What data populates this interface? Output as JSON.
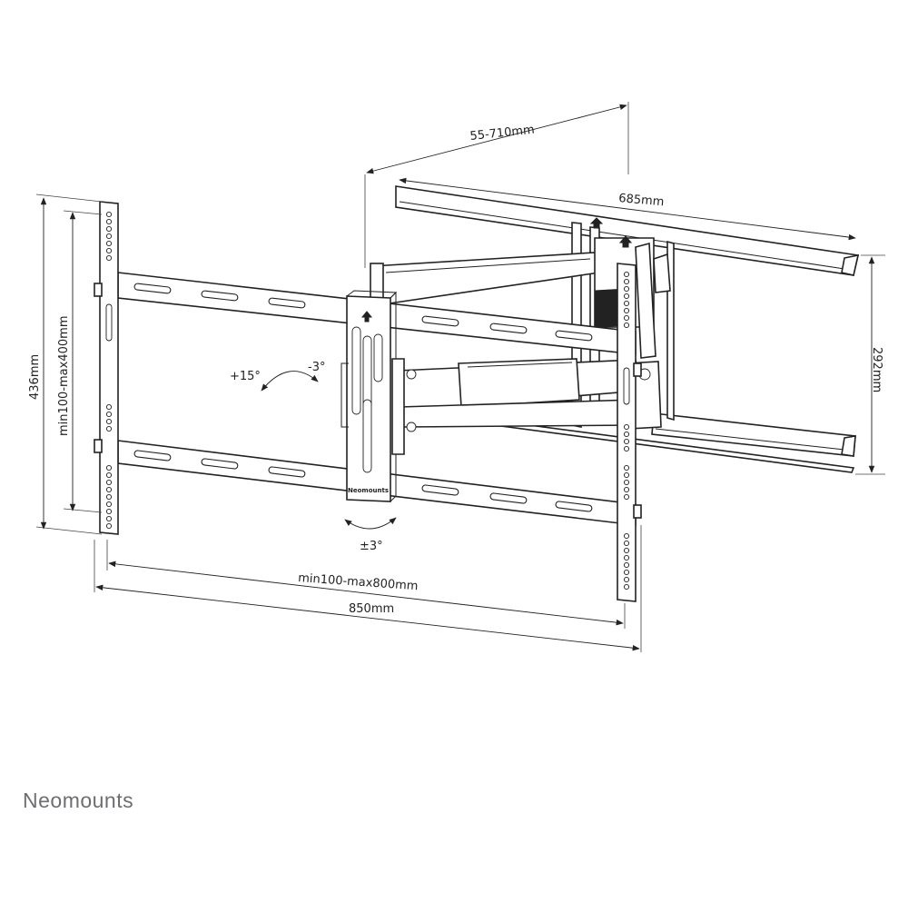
{
  "dimensions": {
    "swing_depth": "55-710mm",
    "arm_bracket_width": "685mm",
    "wall_plate_height": "292mm",
    "interface_height": "436mm",
    "vesa_vertical": "min100-max400mm",
    "vesa_horizontal": "min100-max800mm",
    "interface_width": "850mm"
  },
  "angles": {
    "tilt_up": "+15°",
    "tilt_down": "-3°",
    "level": "±3°"
  },
  "product_brand": "Neomounts",
  "footer_logo": "Neomounts",
  "colors": {
    "line": "#222222",
    "logo": "#6d6e71",
    "background": "#ffffff"
  }
}
